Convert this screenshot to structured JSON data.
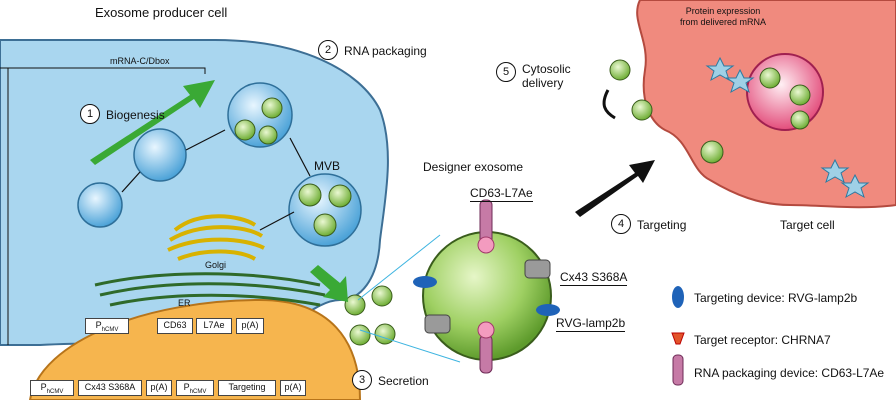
{
  "producer": {
    "title": "Exosome producer cell",
    "mrna_label": "mRNA-C/Dbox",
    "steps": [
      {
        "num": "1",
        "label": "Biogenesis"
      },
      {
        "num": "2",
        "label": "RNA packaging"
      },
      {
        "num": "3",
        "label": "Secretion"
      }
    ],
    "mvb_label": "MVB",
    "golgi_label": "Golgi",
    "er_label": "ER"
  },
  "plasmids": {
    "row1": {
      "promoter": "PhCMV",
      "promoter_main": "P",
      "promoter_sub": "hCMV",
      "gene1": "CD63",
      "gene2": "L7Ae",
      "polya": "p(A)"
    },
    "row2": {
      "promoter": "PhCMV",
      "promoter_main": "P",
      "promoter_sub": "hCMV",
      "gene": "Cx43 S368A",
      "polya": "p(A)",
      "promoter2_main": "P",
      "promoter2_sub": "hCMV",
      "gene2": "Targeting",
      "polya2": "p(A)"
    }
  },
  "designer": {
    "title": "Designer exosome",
    "labels": {
      "cd63": "CD63-L7Ae",
      "cx43": "Cx43 S368A",
      "rvg": "RVG-lamp2b"
    }
  },
  "target": {
    "protein_expression": "Protein expression\nfrom delivered mRNA",
    "cytosolic_num": "5",
    "cytosolic_label": "Cytosolic\ndelivery",
    "targeting_num": "4",
    "targeting_label": "Targeting",
    "cell_label": "Target cell"
  },
  "legend": [
    {
      "icon": "targeting-device-icon",
      "label": "Targeting device: RVG-lamp2b"
    },
    {
      "icon": "target-receptor-icon",
      "label": "Target receptor: CHRNA7"
    },
    {
      "icon": "rna-packaging-device-icon",
      "label": "RNA packaging device: CD63-L7Ae"
    }
  ],
  "colors": {
    "producer_fill": "#a9d6ef",
    "nucleus_fill": "#f6b54e",
    "target_fill": "#f08a7e",
    "exosome_green": "#8fc65a",
    "arrow_green": "#3aa935"
  }
}
